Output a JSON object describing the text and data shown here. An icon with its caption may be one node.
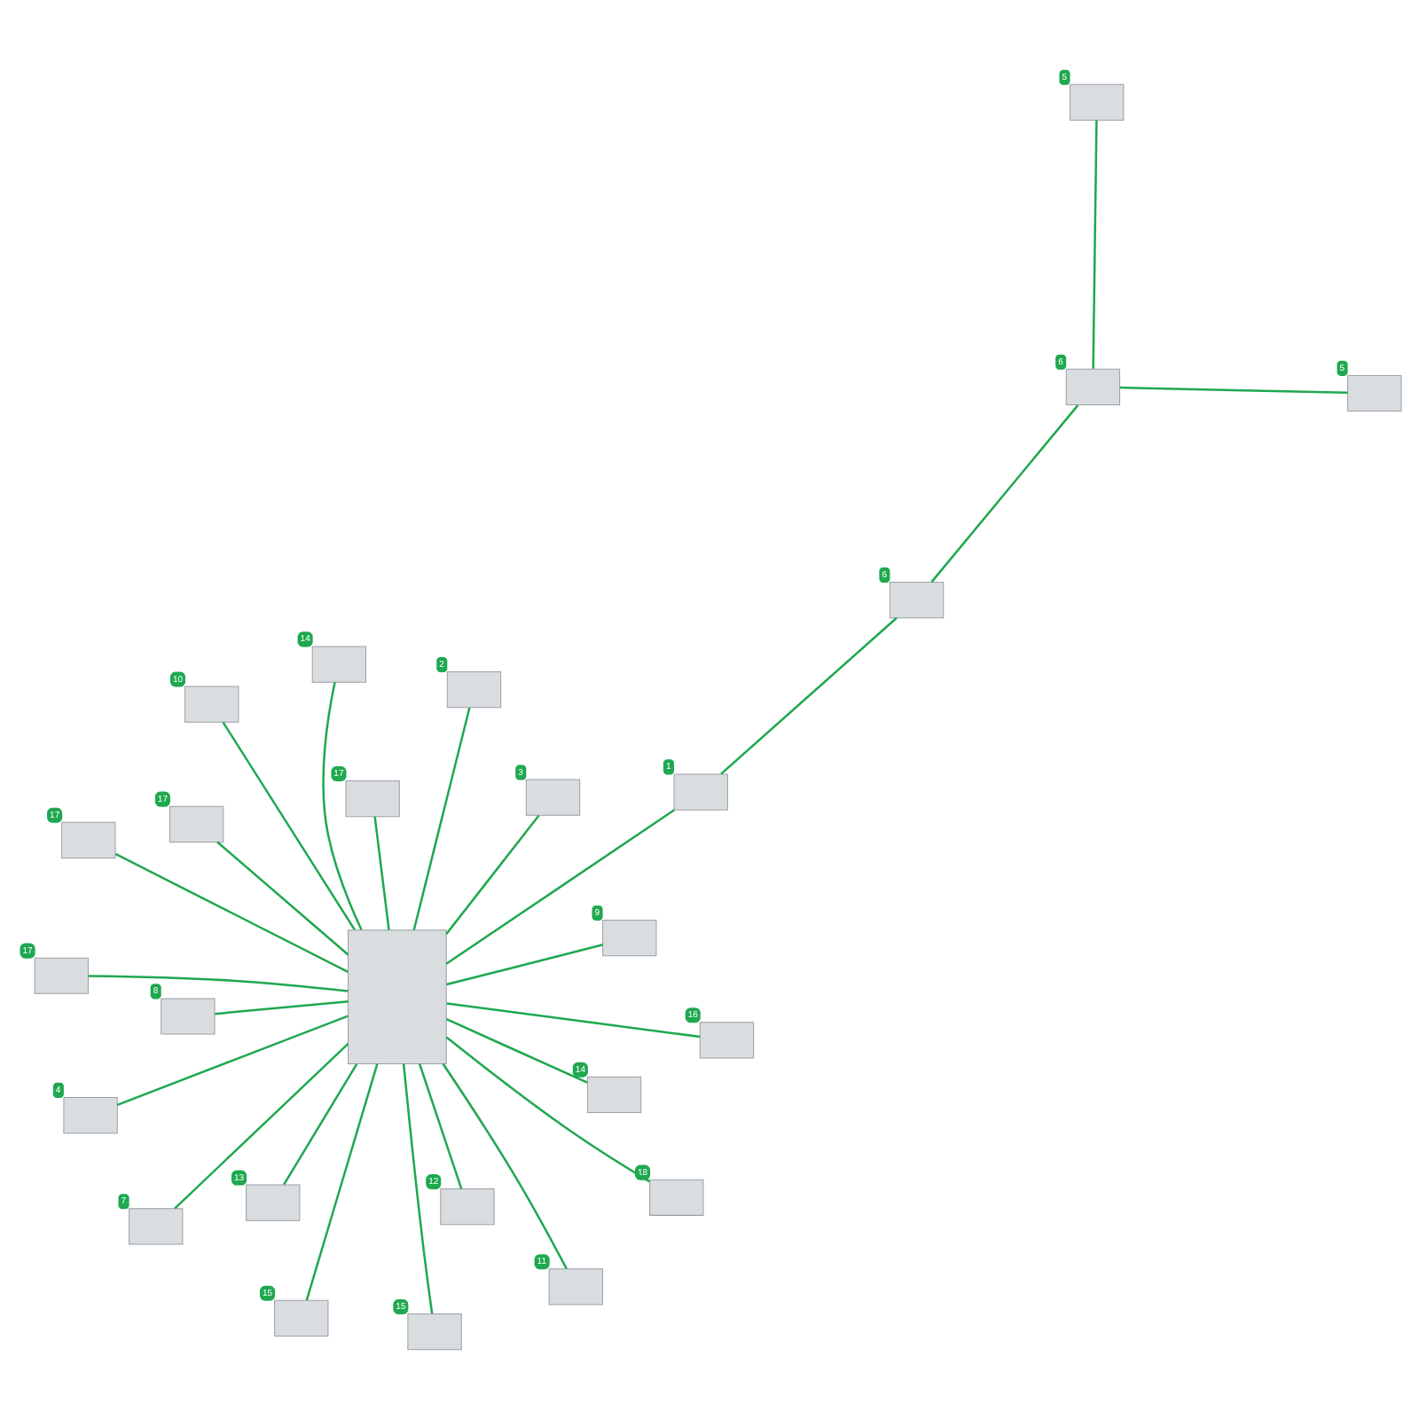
{
  "diagram": {
    "nodes": [
      {
        "text": [],
        "shape": "box"
      },
      {
        "text": [],
        "shape": "box",
        "beside": [
          "14"
        ]
      },
      {
        "text": [],
        "shape": "box",
        "beside": [
          "15"
        ]
      },
      {
        "text": [],
        "shape": "box",
        "beside": [
          "10"
        ]
      },
      {
        "text": [],
        "shape": "box",
        "beside": [
          "9"
        ]
      },
      {
        "text": [],
        "shape": "box",
        "beside": [
          "8"
        ]
      },
      {
        "text": [],
        "shape": "box",
        "beside": [
          "7"
        ]
      },
      {
        "text": [],
        "shape": "box",
        "beside": [
          "18"
        ]
      },
      {
        "text": [],
        "shape": "box",
        "beside": [
          "13"
        ]
      },
      {
        "text": [],
        "shape": "box",
        "beside": [
          "1"
        ]
      },
      {
        "text": [],
        "shape": "box",
        "beside": [
          "6"
        ]
      },
      {
        "text": [],
        "shape": "box",
        "beside": [
          "4"
        ]
      },
      {
        "text": [],
        "shape": "box",
        "beside": [
          "16"
        ]
      },
      {
        "text": [],
        "shape": "box",
        "beside": [
          "3"
        ]
      },
      {
        "text": [],
        "shape": "box",
        "beside": [
          "2"
        ]
      },
      {
        "text": [],
        "shape": "box",
        "beside": [
          "12"
        ]
      },
      {
        "text": [],
        "shape": "box",
        "beside": [
          "11"
        ]
      },
      {
        "text": [],
        "shape": "box",
        "beside": [
          "17"
        ]
      },
      {
        "text": [],
        "shape": "box",
        "beside": [
          "17"
        ]
      },
      {
        "text": [],
        "shape": "box",
        "beside": [
          "17"
        ]
      },
      {
        "text": [],
        "shape": "box",
        "beside": [
          "17"
        ]
      },
      {
        "text": [],
        "shape": "box",
        "beside": [
          "6"
        ]
      },
      {
        "text": [],
        "shape": "box",
        "beside": [
          "5"
        ]
      },
      {
        "text": [],
        "shape": "box",
        "beside": [
          "5"
        ]
      },
      {
        "text": [],
        "shape": "box",
        "beside": [
          "14"
        ]
      },
      {
        "text": [],
        "shape": "box",
        "beside": [
          "15"
        ]
      }
    ],
    "edges": [
      {
        "from": 0,
        "to": 1,
        "arrow": "none"
      },
      {
        "from": 0,
        "to": 2,
        "arrow": "none"
      },
      {
        "from": 0,
        "to": 3,
        "arrow": "none"
      },
      {
        "from": 0,
        "to": 4,
        "arrow": "none"
      },
      {
        "from": 0,
        "to": 5,
        "arrow": "none"
      },
      {
        "from": 0,
        "to": 6,
        "arrow": "none"
      },
      {
        "from": 0,
        "to": 8,
        "arrow": "none"
      },
      {
        "from": 0,
        "to": 7,
        "arrow": "none"
      },
      {
        "from": 0,
        "to": 9,
        "arrow": "none"
      },
      {
        "from": 9,
        "to": 10,
        "arrow": "none"
      },
      {
        "from": 0,
        "to": 11,
        "arrow": "none"
      },
      {
        "from": 0,
        "to": 12,
        "arrow": "none"
      },
      {
        "from": 0,
        "to": 13,
        "arrow": "none"
      },
      {
        "from": 0,
        "to": 14,
        "arrow": "none"
      },
      {
        "from": 0,
        "to": 15,
        "arrow": "none"
      },
      {
        "from": 0,
        "to": 16,
        "arrow": "none"
      },
      {
        "from": 0,
        "to": 17,
        "arrow": "none"
      },
      {
        "from": 0,
        "to": 18,
        "arrow": "none"
      },
      {
        "from": 0,
        "to": 19,
        "arrow": "none"
      },
      {
        "from": 0,
        "to": 20,
        "arrow": "none"
      },
      {
        "from": 21,
        "to": 10,
        "arrow": "none"
      },
      {
        "from": 21,
        "to": 22,
        "arrow": "none"
      },
      {
        "from": 21,
        "to": 23,
        "arrow": "none"
      },
      {
        "from": 0,
        "to": 24,
        "arrow": "none"
      },
      {
        "from": 0,
        "to": 25,
        "arrow": "none"
      }
    ]
  }
}
